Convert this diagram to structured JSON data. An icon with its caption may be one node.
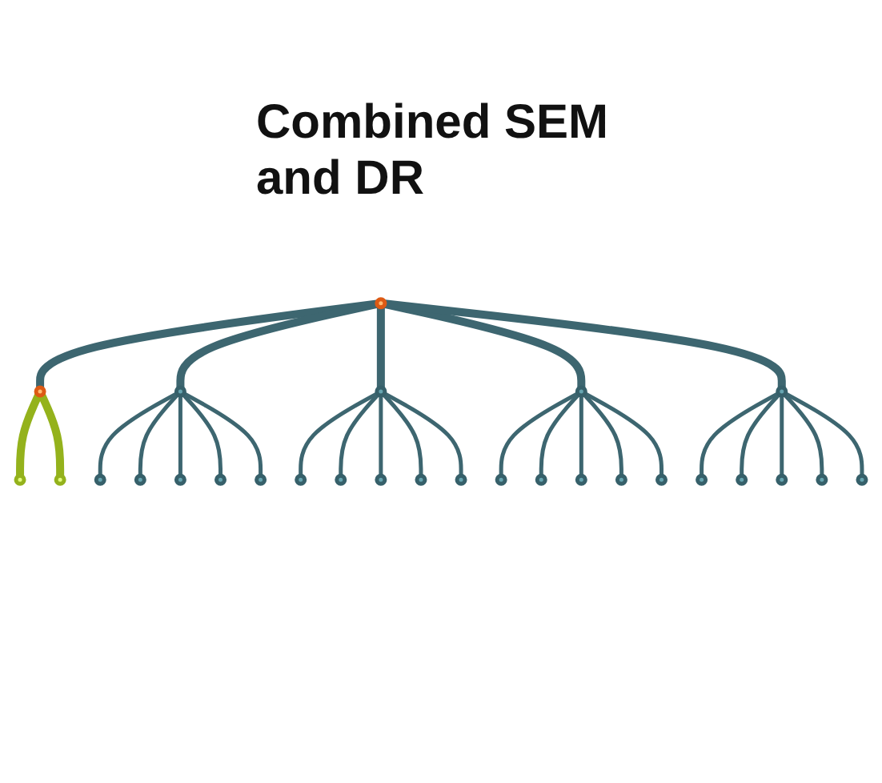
{
  "diagram": {
    "nodes": [
      {
        "text": [],
        "shape": "circle"
      },
      {
        "text": [],
        "shape": "circle"
      },
      {
        "text": [],
        "shape": "circle"
      },
      {
        "text": [],
        "shape": "circle"
      },
      {
        "text": [],
        "shape": "circle"
      },
      {
        "text": [],
        "shape": "circle"
      },
      {
        "text": [],
        "shape": "circle"
      },
      {
        "text": [],
        "shape": "circle"
      },
      {
        "text": [],
        "shape": "circle"
      },
      {
        "text": [],
        "shape": "circle"
      },
      {
        "text": [],
        "shape": "circle"
      },
      {
        "text": [],
        "shape": "circle"
      },
      {
        "text": [],
        "shape": "circle"
      },
      {
        "text": [],
        "shape": "circle"
      },
      {
        "text": [],
        "shape": "circle"
      },
      {
        "text": [],
        "shape": "circle"
      },
      {
        "text": [],
        "shape": "circle"
      },
      {
        "text": [],
        "shape": "circle"
      },
      {
        "text": [],
        "shape": "circle"
      },
      {
        "text": [],
        "shape": "circle"
      },
      {
        "text": [],
        "shape": "circle"
      },
      {
        "text": [],
        "shape": "circle"
      },
      {
        "text": [],
        "shape": "circle"
      },
      {
        "text": [],
        "shape": "circle"
      },
      {
        "text": [],
        "shape": "circle"
      },
      {
        "text": [],
        "shape": "circle"
      },
      {
        "text": [],
        "shape": "circle"
      },
      {
        "text": [],
        "shape": "circle"
      }
    ],
    "edges": [
      {
        "from": 2,
        "to": 0,
        "arrow": "none",
        "style": "thick",
        "color": "#94b21c"
      },
      {
        "from": 2,
        "to": 1,
        "arrow": "none",
        "style": "thick",
        "color": "#94b21c"
      },
      {
        "from": 3,
        "to": 2,
        "arrow": "none",
        "style": "thick"
      },
      {
        "from": 3,
        "to": 4,
        "arrow": "none",
        "style": "thick"
      },
      {
        "from": 3,
        "to": 10,
        "arrow": "none",
        "style": "thick"
      },
      {
        "from": 3,
        "to": 16,
        "arrow": "none",
        "style": "thick"
      },
      {
        "from": 3,
        "to": 22,
        "arrow": "none",
        "style": "thick"
      },
      {
        "from": 4,
        "to": 5,
        "arrow": "none"
      },
      {
        "from": 4,
        "to": 6,
        "arrow": "none"
      },
      {
        "from": 4,
        "to": 7,
        "arrow": "none"
      },
      {
        "from": 4,
        "to": 8,
        "arrow": "none"
      },
      {
        "from": 4,
        "to": 9,
        "arrow": "none"
      },
      {
        "from": 10,
        "to": 11,
        "arrow": "none"
      },
      {
        "from": 10,
        "to": 12,
        "arrow": "none"
      },
      {
        "from": 10,
        "to": 13,
        "arrow": "none"
      },
      {
        "from": 10,
        "to": 14,
        "arrow": "none"
      },
      {
        "from": 10,
        "to": 15,
        "arrow": "none"
      },
      {
        "from": 16,
        "to": 17,
        "arrow": "none"
      },
      {
        "from": 16,
        "to": 18,
        "arrow": "none"
      },
      {
        "from": 16,
        "to": 19,
        "arrow": "none"
      },
      {
        "from": 16,
        "to": 20,
        "arrow": "none"
      },
      {
        "from": 16,
        "to": 21,
        "arrow": "none"
      },
      {
        "from": 22,
        "to": 23,
        "arrow": "none"
      },
      {
        "from": 22,
        "to": 24,
        "arrow": "none"
      },
      {
        "from": 22,
        "to": 25,
        "arrow": "none"
      },
      {
        "from": 22,
        "to": 26,
        "arrow": "none"
      },
      {
        "from": 22,
        "to": 27,
        "arrow": "none"
      }
    ],
    "labels": [
      "Combined SEM and DR"
    ]
  }
}
